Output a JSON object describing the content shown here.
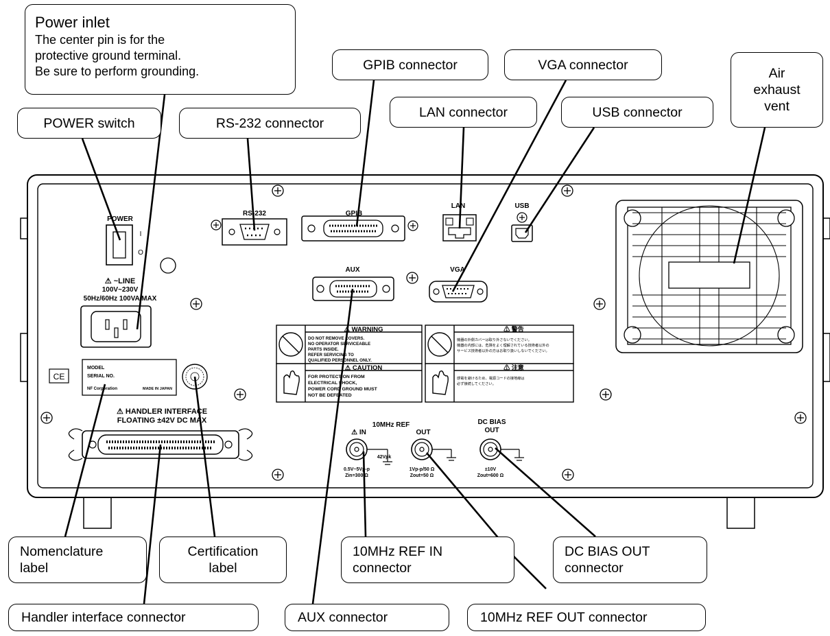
{
  "callouts": {
    "power_inlet": {
      "title": "Power inlet",
      "lines": [
        "The center pin is for the",
        "protective ground terminal.",
        "Be sure to perform grounding."
      ]
    },
    "gpib": "GPIB connector",
    "vga": "VGA connector",
    "air_exhaust": [
      "Air",
      "exhaust",
      "vent"
    ],
    "lan": "LAN connector",
    "usb": "USB connector",
    "power_switch": "POWER switch",
    "rs232": "RS-232 connector",
    "nomenclature": [
      "Nomenclature",
      "label"
    ],
    "certification": [
      "Certification",
      "label"
    ],
    "ref_in": [
      "10MHz REF IN",
      "connector"
    ],
    "dc_bias_out": [
      "DC BIAS OUT",
      "connector"
    ],
    "handler": "Handler interface connector",
    "aux": "AUX connector",
    "ref_out": "10MHz REF OUT connector"
  },
  "panel": {
    "power": "POWER",
    "on_mark": "I",
    "off_mark": "O",
    "rs232": "RS-232",
    "gpib": "GPIB",
    "lan": "LAN",
    "usb": "USB",
    "aux": "AUX",
    "vga": "VGA",
    "line_title": "⚠ ~LINE",
    "line_voltage": "100V~230V",
    "line_rating": "50Hz/60Hz 100VA MAX",
    "ce": "CE",
    "label_model": "MODEL",
    "label_serial": "SERIAL NO.",
    "label_maker": "NF Corporation",
    "label_origin": "MADE IN JAPAN",
    "handler_line1": "⚠ HANDLER INTERFACE",
    "handler_line2": "FLOATING ±42V DC MAX",
    "ref_title": "10MHz REF",
    "in_label": "⚠ IN",
    "out_label": "OUT",
    "dc_bias_line1": "DC BIAS",
    "dc_bias_line2": "OUT",
    "in_spec1": "0.5V~5Vp-p",
    "in_spec2": "Zin=300 Ω",
    "in_max": "42Vpk",
    "out_spec1": "1Vp-p/50 Ω",
    "out_spec2": "Zout=50 Ω",
    "dc_spec1": "±10V",
    "dc_spec2": "Zout=600 Ω",
    "warning_title": "⚠ WARNING",
    "warning_lines": [
      "DO NOT REMOVE COVERS.",
      "NO OPERATOR SERVICEABLE",
      "PARTS INSIDE.",
      "REFER SERVICING TO",
      "QUALIFIED PERSONNEL ONLY."
    ],
    "caution_title": "⚠ CAUTION",
    "caution_lines": [
      "FOR PROTECTION FROM",
      "ELECTRICAL SHOCK,",
      "POWER CORD GROUND MUST",
      "NOT BE DEFEATED"
    ],
    "jp_warning_title": "⚠ 警告",
    "jp_warning_lines": [
      "機器の外側カバーは取り外さないでください。",
      "機器の内部には、危険をよく理解されている技術者以外の",
      "サービス技術者以外の方はお取り扱いしないでください。"
    ],
    "jp_caution_title": "⚠ 注意",
    "jp_caution_lines": [
      "感電を避けるため、電源コードの接地線は",
      "必ず接続してください。"
    ]
  }
}
